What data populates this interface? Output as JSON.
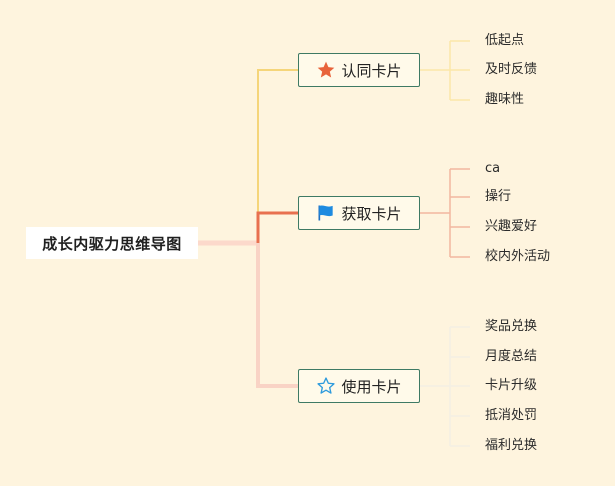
{
  "root": {
    "label": "成长内驱力思维导图"
  },
  "branches": [
    {
      "label": "认同卡片",
      "icon": "star-icon",
      "color": "#F5D57A",
      "leaves": [
        "低起点",
        "及时反馈",
        "趣味性"
      ]
    },
    {
      "label": "获取卡片",
      "icon": "flag-icon",
      "color": "#E8704F",
      "leaves": [
        "ca",
        "操行",
        "兴趣爱好",
        "校内外活动"
      ]
    },
    {
      "label": "使用卡片",
      "icon": "star-outline-icon",
      "color": "#F9D3C5",
      "leaves": [
        "奖品兑换",
        "月度总结",
        "卡片升级",
        "抵消处罚",
        "福利兑换"
      ]
    }
  ],
  "colors": {
    "background": "#FEF4DE",
    "root_link": "#FCD9CB",
    "branch1_leaf_line": "#FCE7A8",
    "branch2_leaf_line": "#F2B79F",
    "branch3_leaf_line": "#F4EFE3"
  }
}
